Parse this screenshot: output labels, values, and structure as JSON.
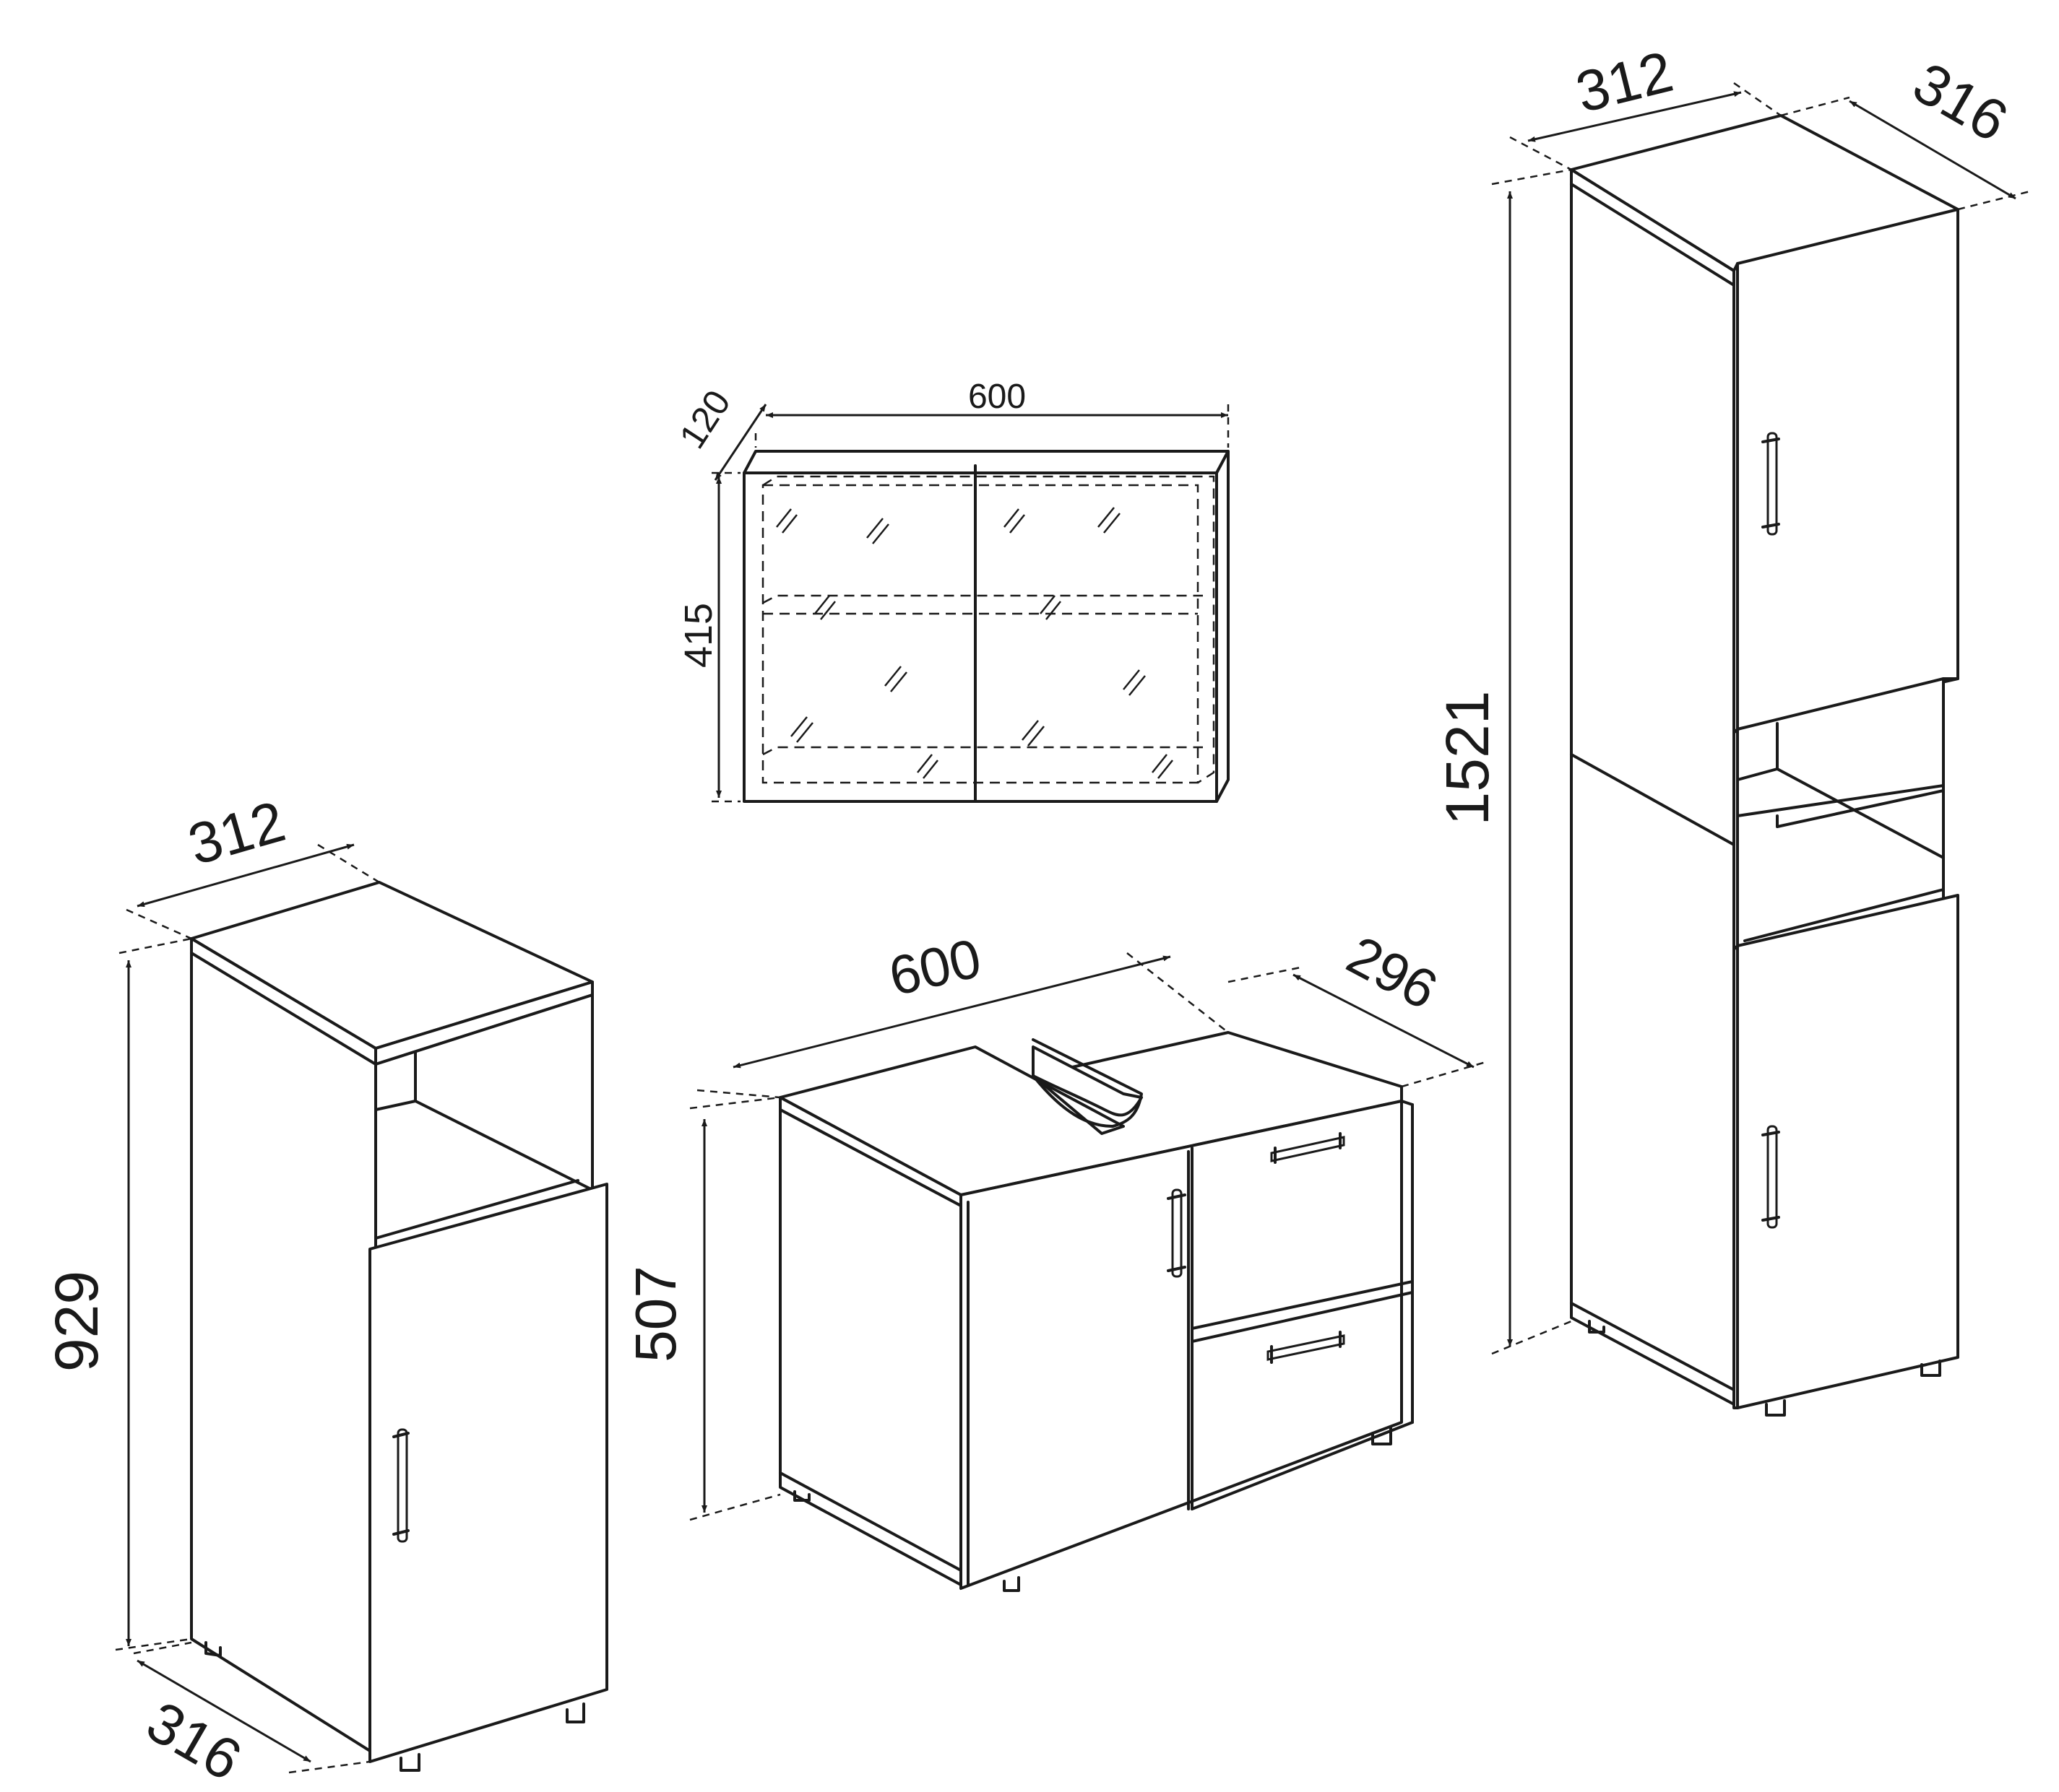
{
  "dimensions": {
    "mirror_cabinet": {
      "width": "600",
      "depth": "120",
      "height": "415"
    },
    "sink_cabinet": {
      "width": "600",
      "depth": "296",
      "height": "507"
    },
    "small_cabinet": {
      "width": "312",
      "depth": "316",
      "height": "929"
    },
    "tall_cabinet": {
      "width": "312",
      "depth": "316",
      "height": "1521"
    }
  }
}
